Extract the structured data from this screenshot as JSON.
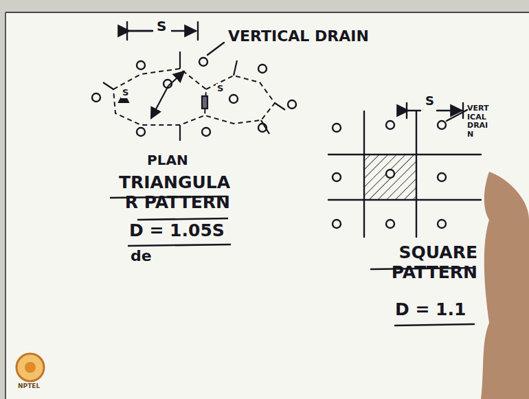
{
  "diagram": {
    "labels": [
      "S",
      "VERTICAL DRAIN",
      "S",
      "S",
      "PLAN",
      "TRIANGULAR PATTERN",
      "D = 1.05S",
      "de",
      "S",
      "VERTICAL DRAIN",
      "SQUARE PATTERN",
      "D = 1.1",
      "NPTEL"
    ]
  }
}
